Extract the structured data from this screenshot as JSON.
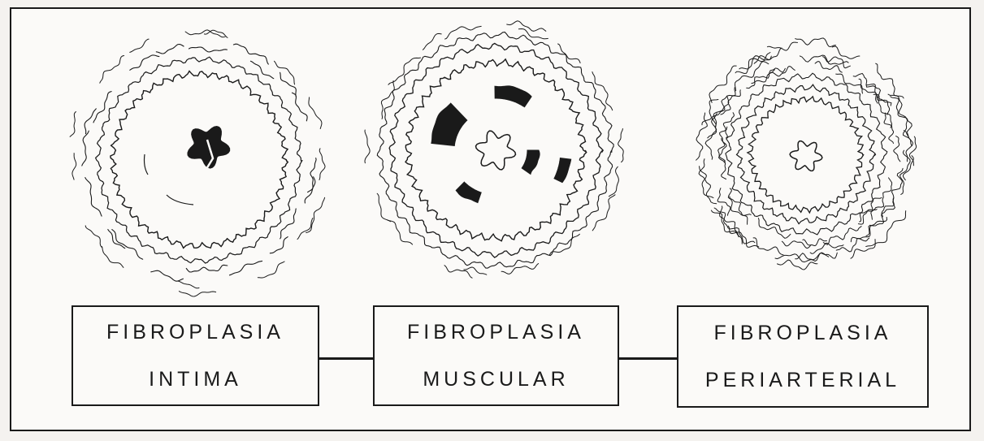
{
  "diagram": {
    "stages": [
      {
        "line1": "FIBROPLASIA",
        "line2": "INTIMA"
      },
      {
        "line1": "FIBROPLASIA",
        "line2": "MUSCULAR"
      },
      {
        "line1": "FIBROPLASIA",
        "line2": "PERIARTERIAL"
      }
    ],
    "colors": {
      "ink": "#1a1a1a",
      "paper": "#fbfaf8"
    }
  }
}
